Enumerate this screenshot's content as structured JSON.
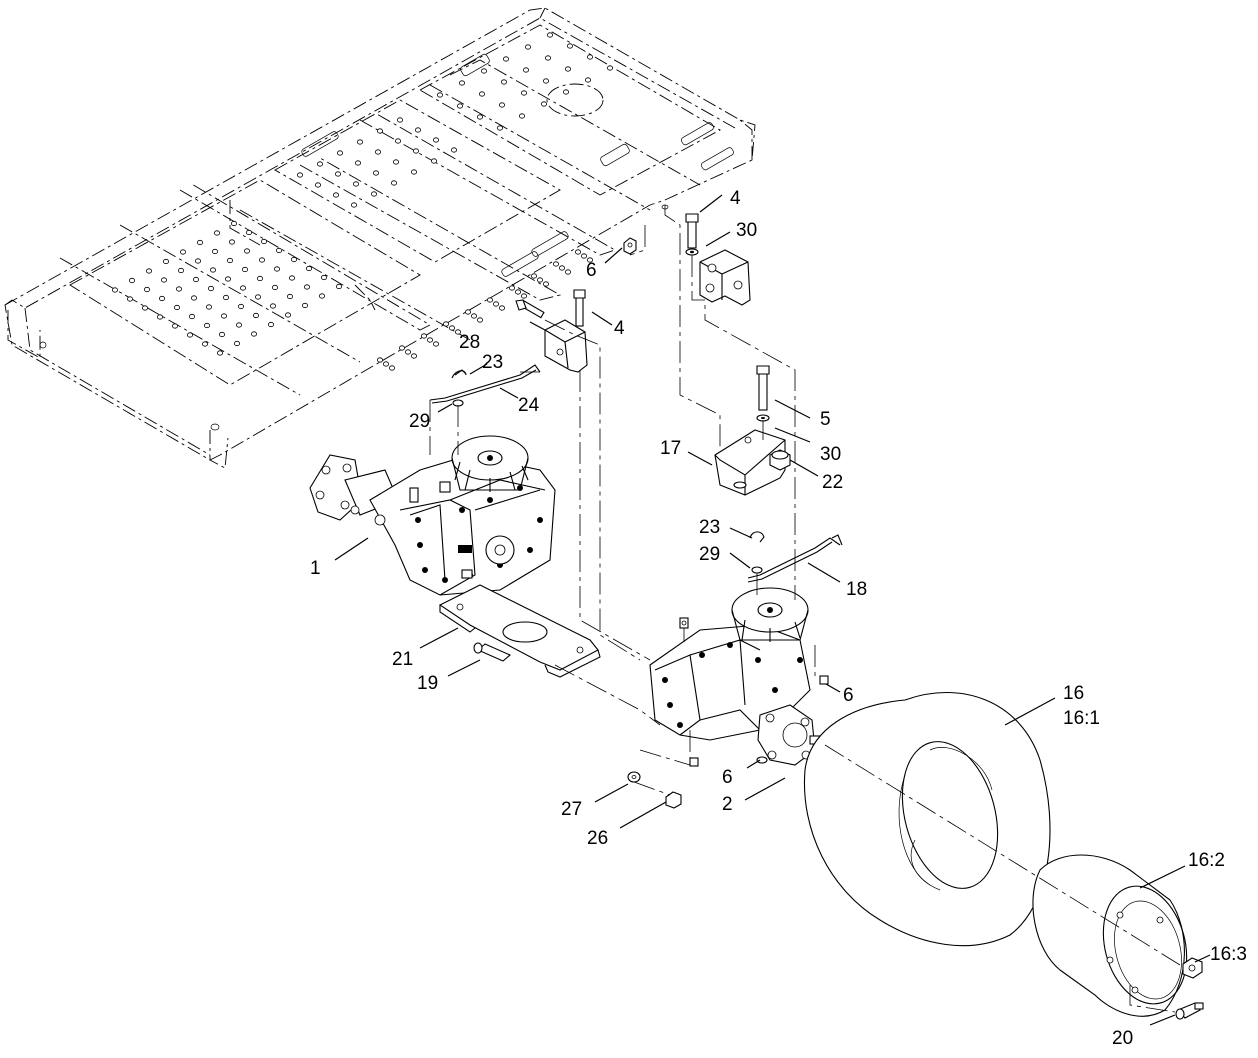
{
  "callouts": [
    {
      "id": "c1",
      "label": "1"
    },
    {
      "id": "c2",
      "label": "2"
    },
    {
      "id": "c4a",
      "label": "4"
    },
    {
      "id": "c4b",
      "label": "4"
    },
    {
      "id": "c5",
      "label": "5"
    },
    {
      "id": "c6a",
      "label": "6"
    },
    {
      "id": "c6b",
      "label": "6"
    },
    {
      "id": "c6c",
      "label": "6"
    },
    {
      "id": "c16",
      "label": "16"
    },
    {
      "id": "c16_1",
      "label": "16:1"
    },
    {
      "id": "c16_2",
      "label": "16:2"
    },
    {
      "id": "c16_3",
      "label": "16:3"
    },
    {
      "id": "c17",
      "label": "17"
    },
    {
      "id": "c18",
      "label": "18"
    },
    {
      "id": "c19",
      "label": "19"
    },
    {
      "id": "c20",
      "label": "20"
    },
    {
      "id": "c21",
      "label": "21"
    },
    {
      "id": "c22",
      "label": "22"
    },
    {
      "id": "c23a",
      "label": "23"
    },
    {
      "id": "c23b",
      "label": "23"
    },
    {
      "id": "c24",
      "label": "24"
    },
    {
      "id": "c26",
      "label": "26"
    },
    {
      "id": "c27",
      "label": "27"
    },
    {
      "id": "c28",
      "label": "28"
    },
    {
      "id": "c29a",
      "label": "29"
    },
    {
      "id": "c29b",
      "label": "29"
    },
    {
      "id": "c30a",
      "label": "30"
    },
    {
      "id": "c30b",
      "label": "30"
    }
  ]
}
